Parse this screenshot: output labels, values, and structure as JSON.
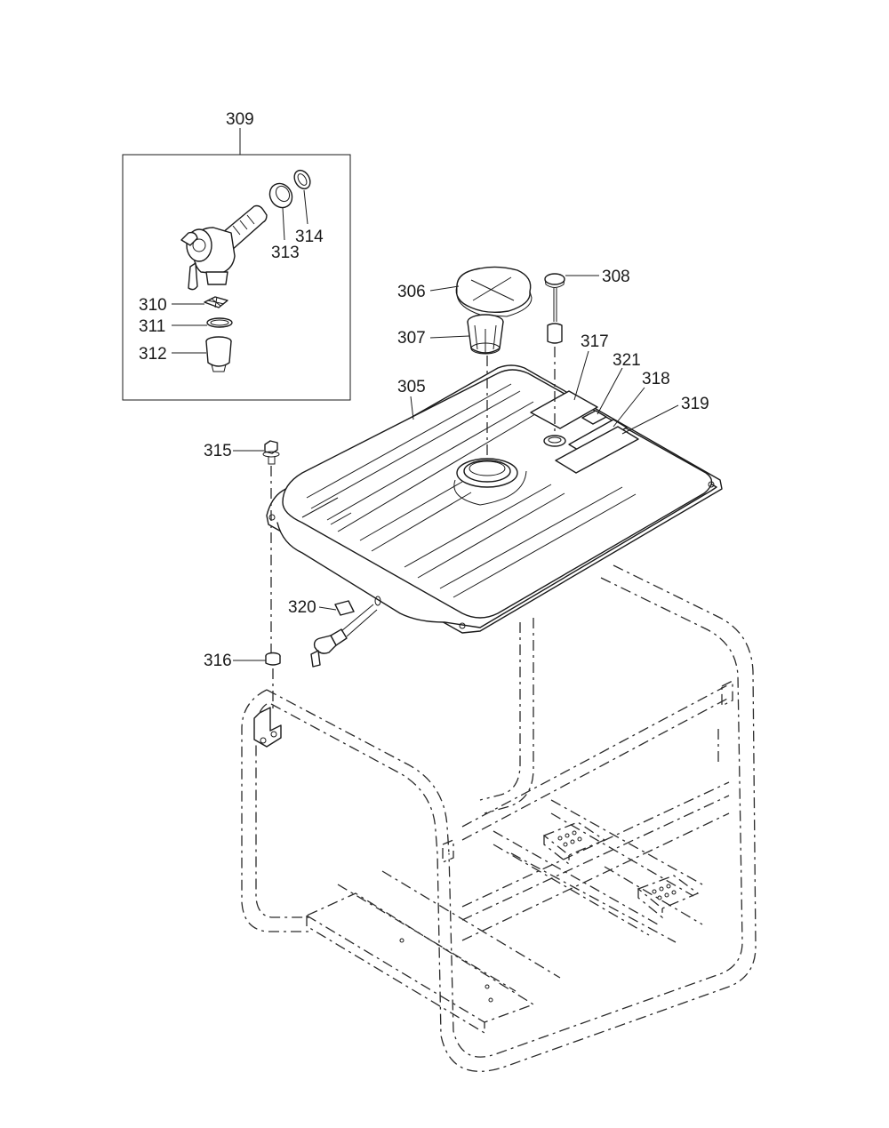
{
  "callouts": [
    {
      "id": "309",
      "text": "309"
    },
    {
      "id": "314",
      "text": "314"
    },
    {
      "id": "313",
      "text": "313"
    },
    {
      "id": "310",
      "text": "310"
    },
    {
      "id": "311",
      "text": "311"
    },
    {
      "id": "312",
      "text": "312"
    },
    {
      "id": "306",
      "text": "306"
    },
    {
      "id": "308",
      "text": "308"
    },
    {
      "id": "307",
      "text": "307"
    },
    {
      "id": "317",
      "text": "317"
    },
    {
      "id": "321",
      "text": "321"
    },
    {
      "id": "318",
      "text": "318"
    },
    {
      "id": "319",
      "text": "319"
    },
    {
      "id": "305",
      "text": "305"
    },
    {
      "id": "315",
      "text": "315"
    },
    {
      "id": "320",
      "text": "320"
    },
    {
      "id": "316",
      "text": "316"
    }
  ]
}
